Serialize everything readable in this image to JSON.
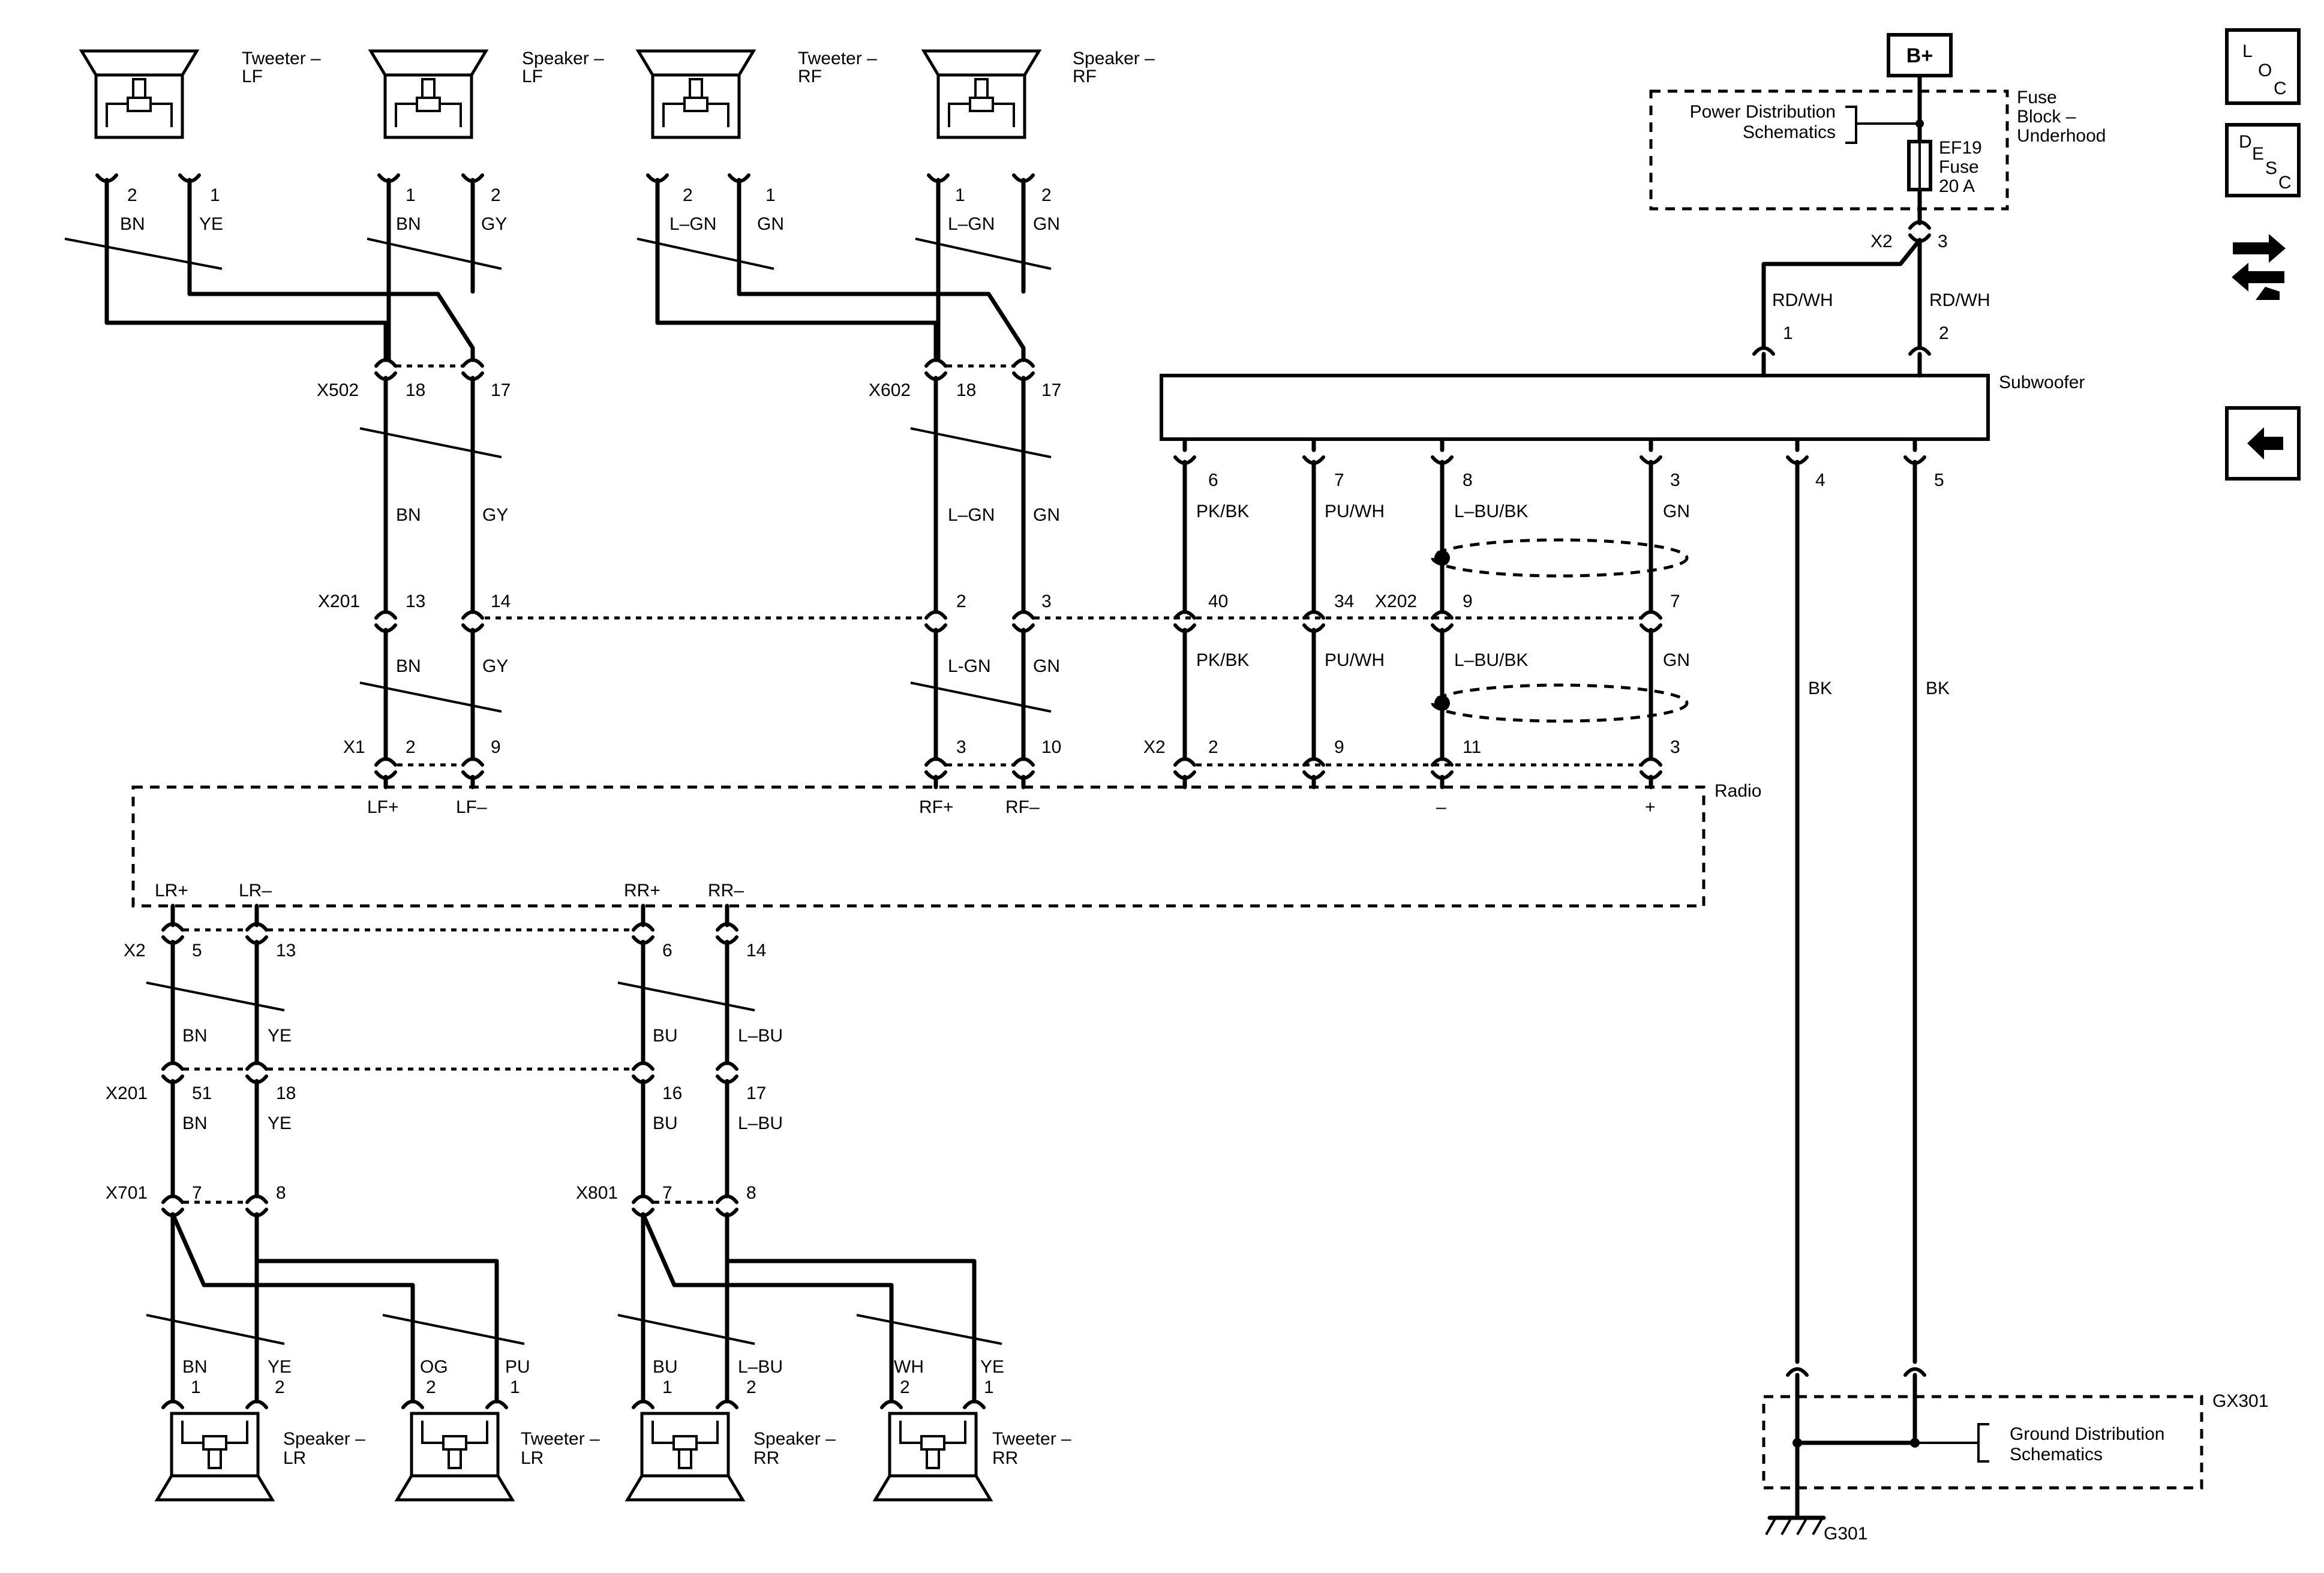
{
  "components": {
    "tweeter_lf": {
      "prefix": "Tweeter –",
      "suffix": "LF"
    },
    "speaker_lf": {
      "prefix": "Speaker –",
      "suffix": "LF"
    },
    "tweeter_rf": {
      "prefix": "Tweeter –",
      "suffix": "RF"
    },
    "speaker_rf": {
      "prefix": "Speaker –",
      "suffix": "RF"
    },
    "speaker_lr": {
      "prefix": "Speaker –",
      "suffix": "LR"
    },
    "tweeter_lr": {
      "prefix": "Tweeter –",
      "suffix": "LR"
    },
    "speaker_rr": {
      "prefix": "Speaker –",
      "suffix": "RR"
    },
    "tweeter_rr": {
      "prefix": "Tweeter –",
      "suffix": "RR"
    },
    "subwoofer": "Subwoofer",
    "radio": "Radio",
    "battery": "B+",
    "fuse_block": [
      "Fuse",
      "Block –",
      "Underhood"
    ],
    "power_distribution": [
      "Power Distribution",
      "Schematics"
    ],
    "fuse": [
      "EF19",
      "Fuse",
      "20 A"
    ],
    "ground_distribution": [
      "Ground Distribution",
      "Schematics"
    ],
    "gx301": "GX301",
    "g301": "G301"
  },
  "connectors": {
    "x502": "X502",
    "x602": "X602",
    "x201": "X201",
    "x202": "X202",
    "x1": "X1",
    "x2": "X2",
    "x701": "X701",
    "x801": "X801"
  },
  "pins": {
    "tlf_a": "2",
    "tlf_b": "1",
    "slf_a": "1",
    "slf_b": "2",
    "trf_a": "2",
    "trf_b": "1",
    "srf_a": "1",
    "srf_b": "2",
    "x502_a": "18",
    "x502_b": "17",
    "x602_a": "18",
    "x602_b": "17",
    "x201_lf_a": "13",
    "x201_lf_b": "14",
    "x201_rf_a": "2",
    "x201_rf_b": "3",
    "x202_a": "40",
    "x202_b": "34",
    "x202_c": "9",
    "x202_d": "7",
    "x1_a": "2",
    "x1_b": "9",
    "x1_c": "3",
    "x1_d": "10",
    "x2_sub_a": "2",
    "x2_sub_b": "9",
    "x2_sub_c": "11",
    "x2_sub_d": "3",
    "sub_6": "6",
    "sub_7": "7",
    "sub_8": "8",
    "sub_3": "3",
    "sub_4": "4",
    "sub_5": "5",
    "sub_1": "1",
    "sub_2": "2",
    "fb_x2": "X2",
    "fb_3": "3",
    "x2r_a": "5",
    "x2r_b": "13",
    "x2r_c": "6",
    "x2r_d": "14",
    "x201r_a": "51",
    "x201r_b": "18",
    "x201r_c": "16",
    "x201r_d": "17",
    "x701_a": "7",
    "x701_b": "8",
    "x801_a": "7",
    "x801_b": "8",
    "slr_a": "1",
    "slr_b": "2",
    "tlr_a": "2",
    "tlr_b": "1",
    "srr_a": "1",
    "srr_b": "2",
    "trr_a": "2",
    "trr_b": "1"
  },
  "wires": {
    "bn": "BN",
    "ye": "YE",
    "gy": "GY",
    "lgn": "L–GN",
    "lgn2": "L-GN",
    "gn": "GN",
    "pkbk": "PK/BK",
    "puwh": "PU/WH",
    "lbubk": "L–BU/BK",
    "bk": "BK",
    "rdwh": "RD/WH",
    "bu": "BU",
    "lbu": "L–BU",
    "og": "OG",
    "pu": "PU",
    "wh": "WH"
  },
  "radio_pins": {
    "lf_pos": "LF+",
    "lf_neg": "LF–",
    "rf_pos": "RF+",
    "rf_neg": "RF–",
    "sub_neg": "–",
    "sub_pos": "+",
    "lr_pos": "LR+",
    "lr_neg": "LR–",
    "rr_pos": "RR+",
    "rr_neg": "RR–"
  },
  "side_icons": {
    "loc": [
      "L",
      "O",
      "C"
    ],
    "desc": [
      "D",
      "E",
      "S",
      "C"
    ],
    "icon_names": [
      "loc-icon",
      "desc-icon",
      "connector-end-view-icon",
      "back-arrow-icon"
    ]
  }
}
